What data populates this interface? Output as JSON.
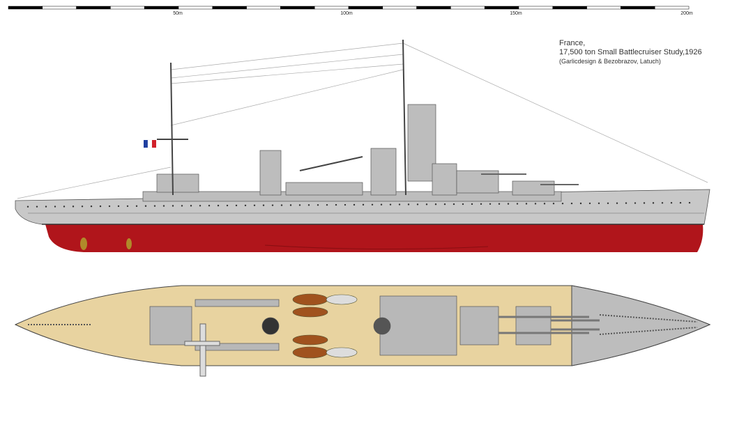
{
  "scale_bar": {
    "unit": "m",
    "max": 200,
    "segment": 10,
    "labels": [
      "50m",
      "100m",
      "150m",
      "200m"
    ]
  },
  "caption": {
    "line1": "France,",
    "line2": "17,500 ton Small Battlecruiser Study,1926",
    "line3": "(Garlicdesign & Bezobrazov, Latuch)"
  },
  "colors": {
    "hull_gray": "#c8c8c8",
    "hull_red": "#b0151b",
    "deck_tan": "#e8d3a0",
    "superstructure": "#bdbdbd",
    "flag_blue": "#1f3fa0",
    "flag_red": "#d0202a"
  }
}
